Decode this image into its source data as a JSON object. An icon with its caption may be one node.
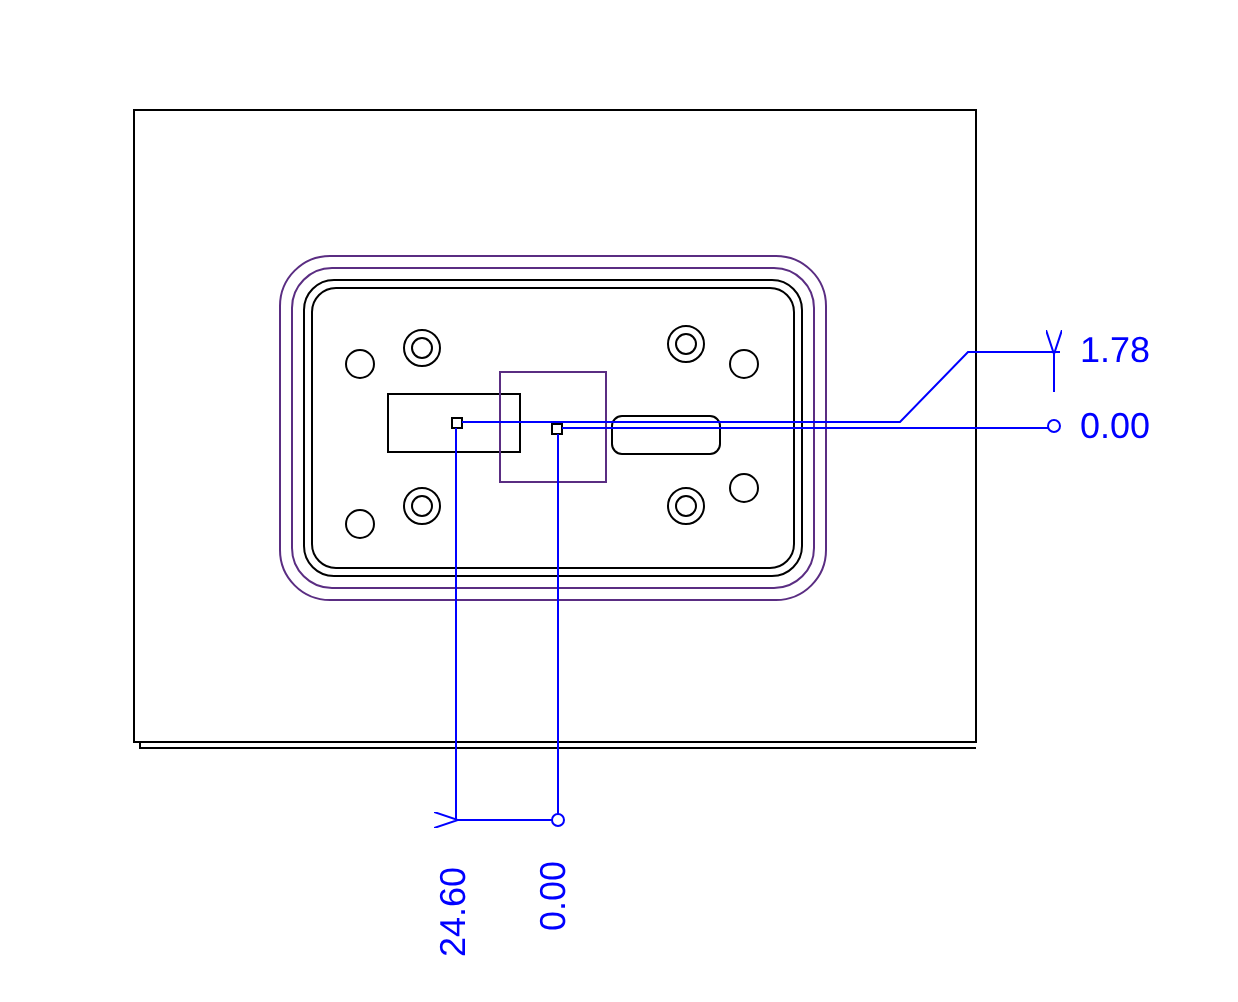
{
  "diagram": {
    "labels": [
      "1.78",
      "0.00",
      "24.60",
      "0.00"
    ]
  }
}
